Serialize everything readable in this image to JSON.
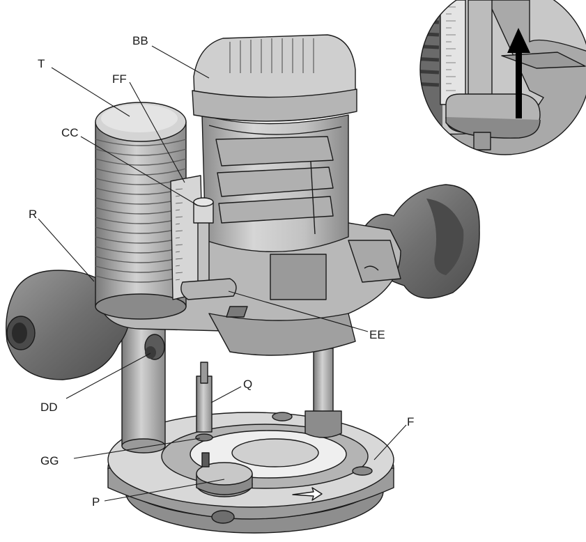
{
  "labels": {
    "bb": "BB",
    "t": "T",
    "ff": "FF",
    "cc": "CC",
    "r": "R",
    "ee": "EE",
    "dd": "DD",
    "q": "Q",
    "f": "F",
    "gg": "GG",
    "p": "P"
  },
  "colors": {
    "outline": "#1a1a1a",
    "light": "#cfcfcf",
    "mid": "#a9a9a9",
    "dark": "#6e6e6e",
    "handle": "#7a7a7a",
    "arrow": "#000000"
  },
  "icons": {
    "inset": "detail-circle-icon",
    "arrow": "up-arrow-icon"
  }
}
